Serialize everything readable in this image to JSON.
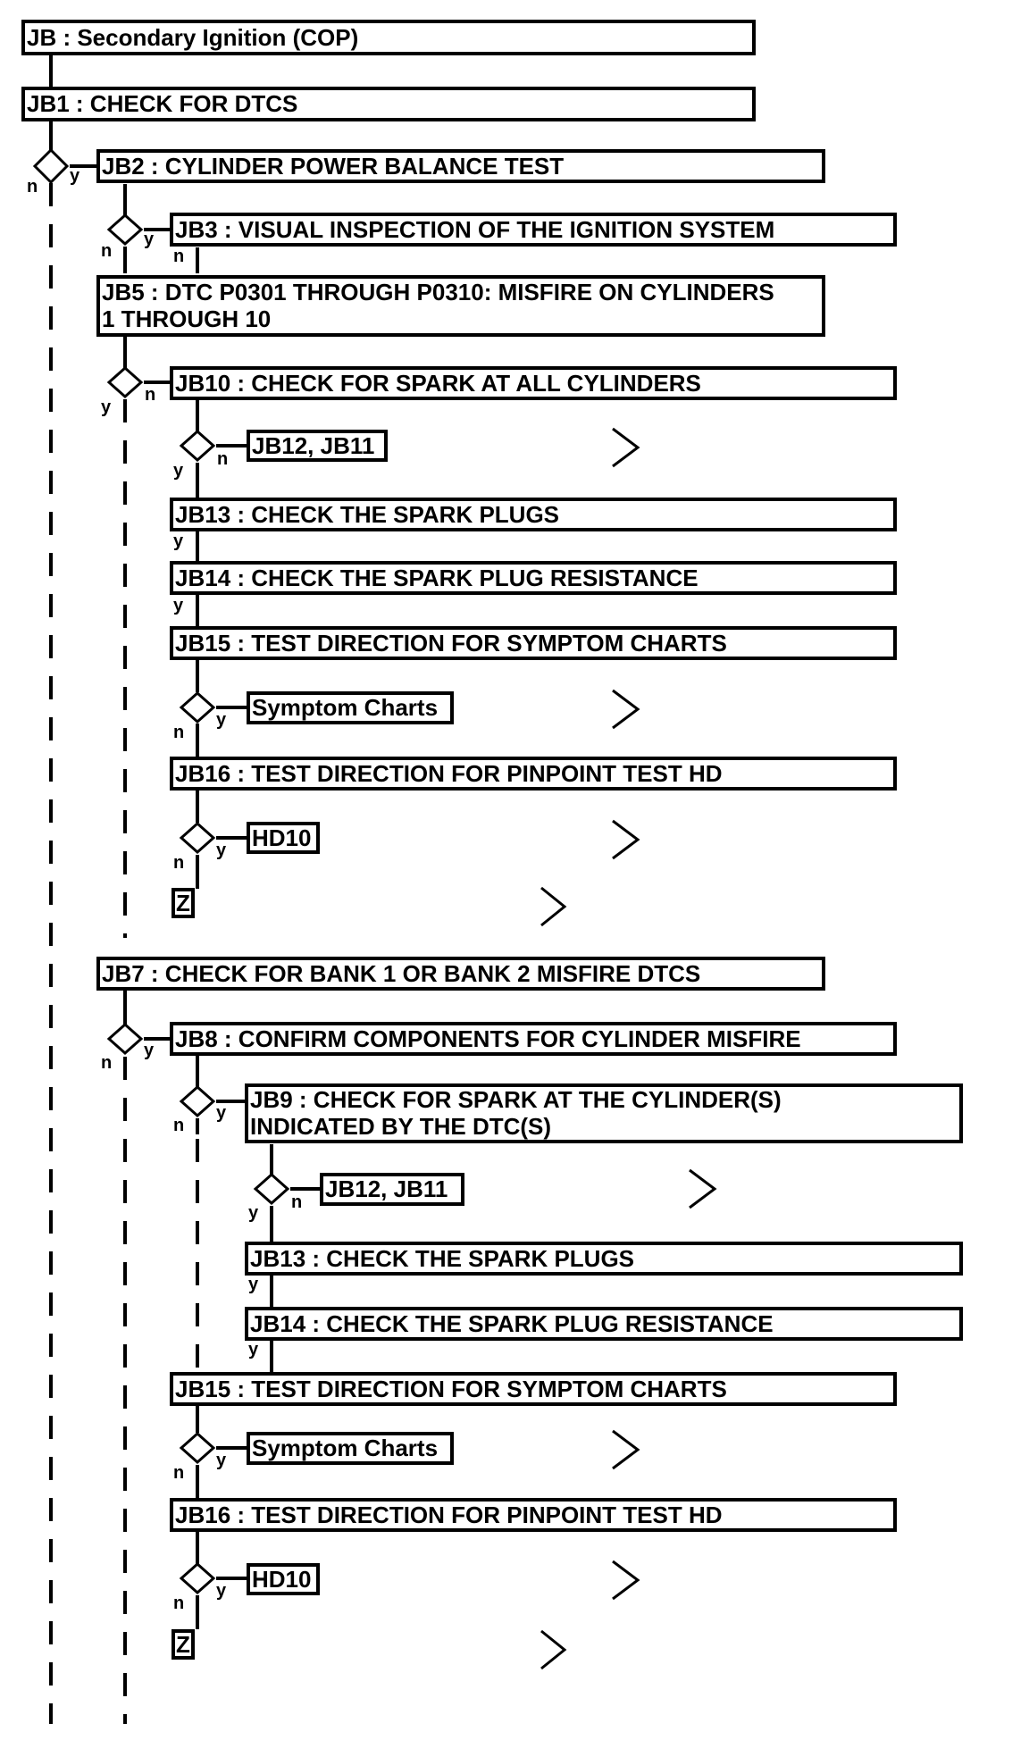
{
  "title": "JB : Secondary Ignition (COP)",
  "steps": {
    "jb1": "JB1 : CHECK FOR DTCS",
    "jb2": "JB2 : CYLINDER POWER BALANCE TEST",
    "jb3": "JB3 : VISUAL INSPECTION OF THE IGNITION SYSTEM",
    "jb5_line1": "JB5 : DTC P0301 THROUGH P0310: MISFIRE ON CYLINDERS",
    "jb5_line2": "1 THROUGH 10",
    "jb10": "JB10 : CHECK FOR SPARK AT ALL CYLINDERS",
    "jb12_jb11": "JB12, JB11",
    "jb13": "JB13 : CHECK THE SPARK PLUGS",
    "jb14": "JB14 : CHECK THE SPARK PLUG RESISTANCE",
    "jb15": "JB15 : TEST DIRECTION FOR SYMPTOM CHARTS",
    "symptom_charts": "Symptom Charts",
    "jb16": "JB16 : TEST DIRECTION FOR PINPOINT TEST HD",
    "hd10": "HD10",
    "z": "Z",
    "jb7": "JB7 : CHECK FOR BANK 1 OR BANK 2 MISFIRE DTCS",
    "jb8": "JB8 : CONFIRM COMPONENTS FOR CYLINDER MISFIRE",
    "jb9_line1": "JB9 : CHECK FOR SPARK AT THE CYLINDER(S)",
    "jb9_line2": "INDICATED BY THE DTC(S)"
  },
  "branch": {
    "yes": "y",
    "no": "n"
  }
}
